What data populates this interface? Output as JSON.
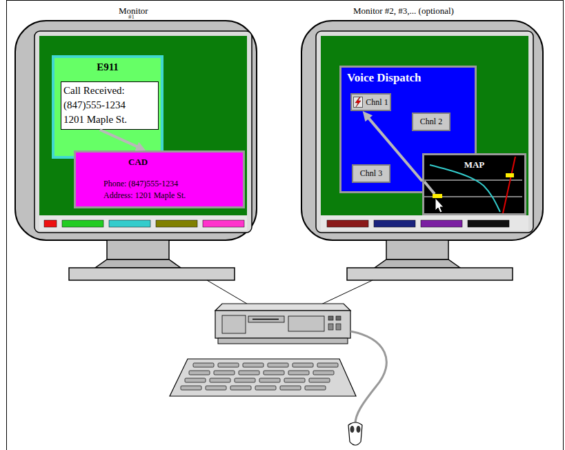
{
  "diagram": {
    "nodes": [
      {
        "text": [
          "E911"
        ]
      },
      {
        "text": [
          "Call Received: (847)555-1234 1201 Maple St."
        ],
        "in": 0
      },
      {
        "text": [
          "CAD",
          "Phone: (847)555-1234",
          "Address: 1201 Maple St."
        ]
      },
      {
        "text": [
          "Voice Dispatch"
        ]
      },
      {
        "text": [
          "Chnl 1"
        ],
        "in": 3
      },
      {
        "text": [
          "Chnl 2"
        ],
        "in": 3
      },
      {
        "text": [
          "Chnl 3"
        ],
        "in": 3
      },
      {
        "text": [
          "MAP"
        ]
      }
    ],
    "edges": [
      {
        "from": 1,
        "to": 2,
        "arrow": "to"
      },
      {
        "from": 7,
        "to": 4,
        "arrow": "to"
      }
    ],
    "labels": [
      "Monitor",
      "#1",
      "Monitor #2, #3,... (optional)"
    ]
  }
}
